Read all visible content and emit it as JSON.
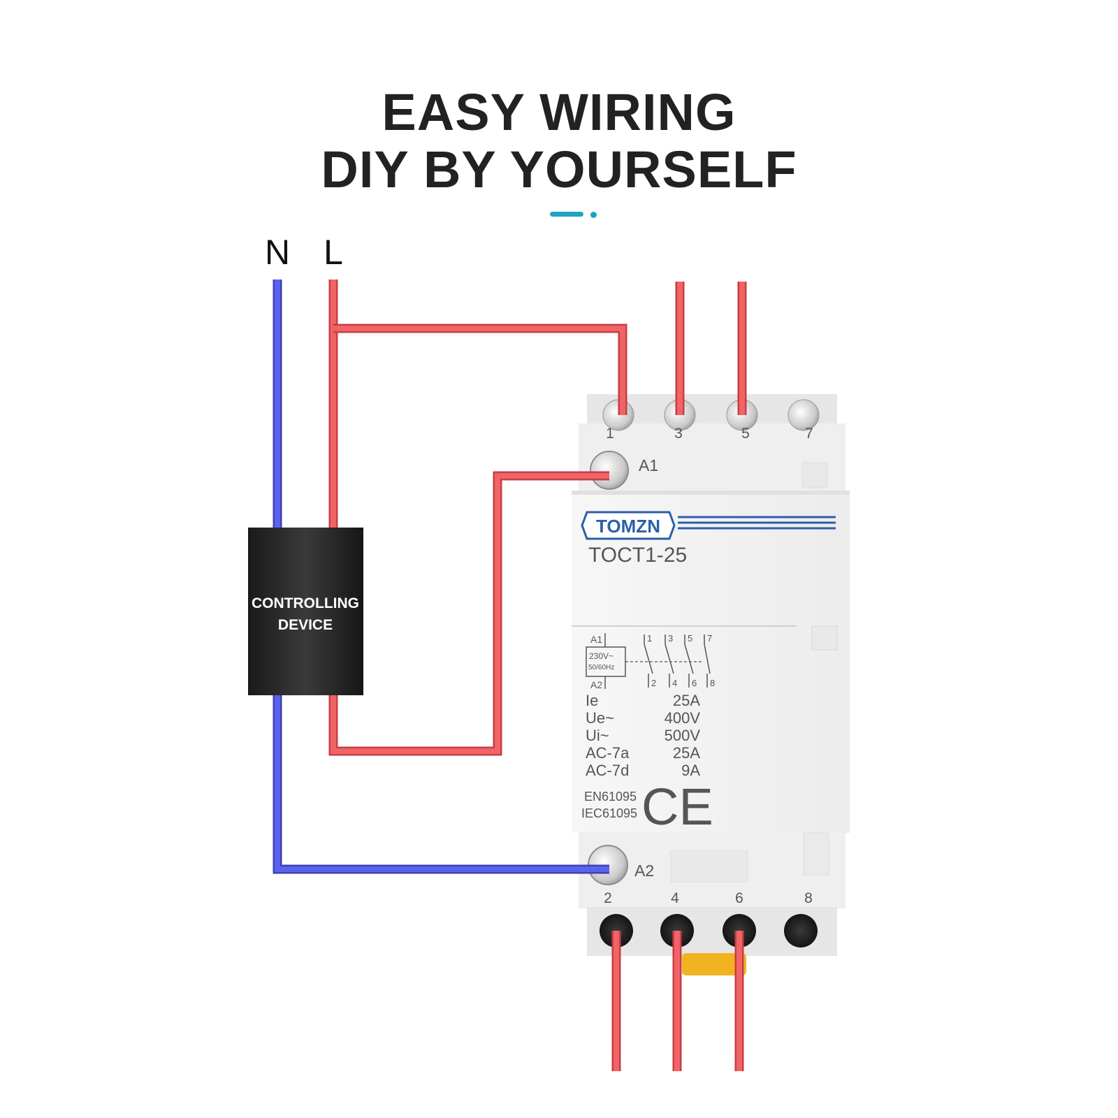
{
  "title": {
    "line1": "EASY WIRING",
    "line2": "DIY BY YOURSELF"
  },
  "colors": {
    "accent": "#1fa3c4",
    "live_wire": "#ef5a5d",
    "neutral_wire": "#5460e8",
    "brand_blue": "#2b5fa8"
  },
  "supply": {
    "neutral_label": "N",
    "live_label": "L"
  },
  "controlling_device": {
    "line1": "CONTROLLING",
    "line2": "DEVICE"
  },
  "contactor": {
    "brand": "TOMZN",
    "model": "TOCT1-25",
    "top_terminals": [
      "1",
      "3",
      "5",
      "7"
    ],
    "bottom_terminals": [
      "2",
      "4",
      "6",
      "8"
    ],
    "coil_top": "A1",
    "coil_bottom": "A2",
    "schematic": {
      "coil_top": "A1",
      "coil_bottom": "A2",
      "coil_voltage": "230V~",
      "coil_freq": "50/60Hz",
      "contact_top": [
        "1",
        "3",
        "5",
        "7"
      ],
      "contact_bottom": [
        "2",
        "4",
        "6",
        "8"
      ]
    },
    "ratings": [
      {
        "label": "Ie",
        "value": "25A"
      },
      {
        "label": "Ue~",
        "value": "400V"
      },
      {
        "label": "Ui~",
        "value": "500V"
      },
      {
        "label": "AC-7a",
        "value": "25A"
      },
      {
        "label": "AC-7d",
        "value": "9A"
      }
    ],
    "standards": [
      "EN61095",
      "IEC61095"
    ],
    "mark": "CE"
  }
}
